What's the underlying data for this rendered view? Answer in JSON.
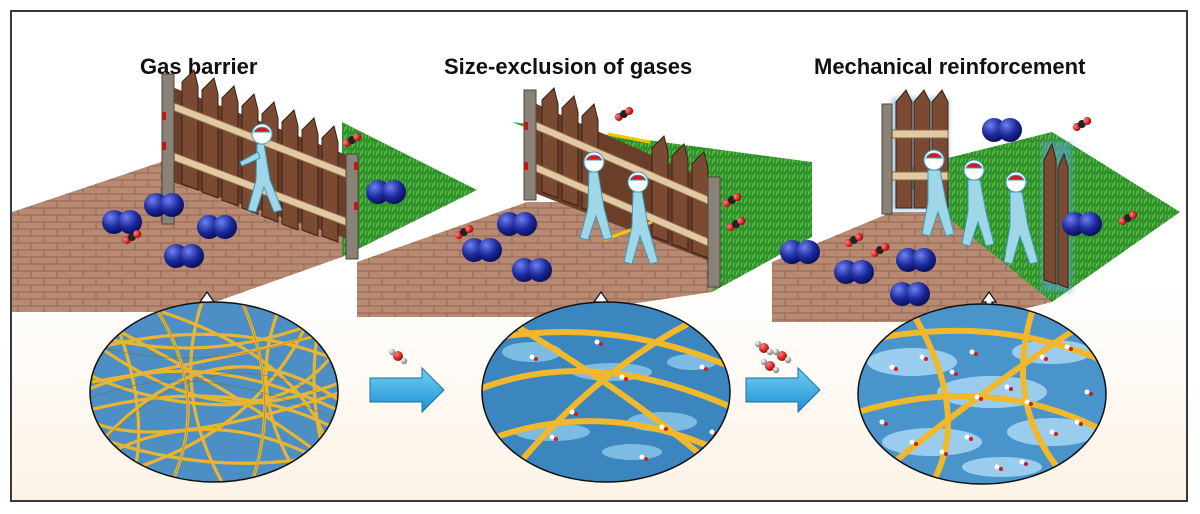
{
  "panels": [
    {
      "title": "Gas barrier"
    },
    {
      "title": "Size-exclusion of gases"
    },
    {
      "title": "Mechanical reinforcement"
    }
  ],
  "colors": {
    "frame_border": "#3a3a3a",
    "paving": "#b98a72",
    "grass": "#2f8f2a",
    "fence_wood": "#6b3e2a",
    "rail": "#e2c9a3",
    "post": "#8a8277",
    "large_molecule": "#1c2a9c",
    "co2_oxygen": "#d11a1a",
    "fiber": "#f0b82a",
    "water_matrix": "#5aa3d4",
    "arrow": "#35a8e0",
    "figure": "#9fd7e8"
  },
  "icons": [
    "double-arrow-icon",
    "right-arrow-icon",
    "water-molecule-icon"
  ]
}
